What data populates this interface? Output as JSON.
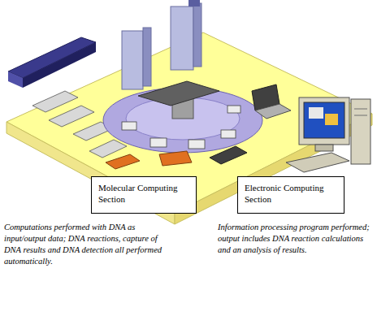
{
  "diagram": {
    "nodes": [
      {
        "text": [
          "Molecular Computing Section"
        ]
      },
      {
        "text": [
          "Electronic Computing Section"
        ]
      }
    ],
    "labels": [
      "Computations performed with DNA as input/output data; DNA reactions, capture of DNA results and DNA detection all performed automatically.",
      "Information processing program performed; output includes DNA reaction calculations and an analysis of results."
    ]
  }
}
